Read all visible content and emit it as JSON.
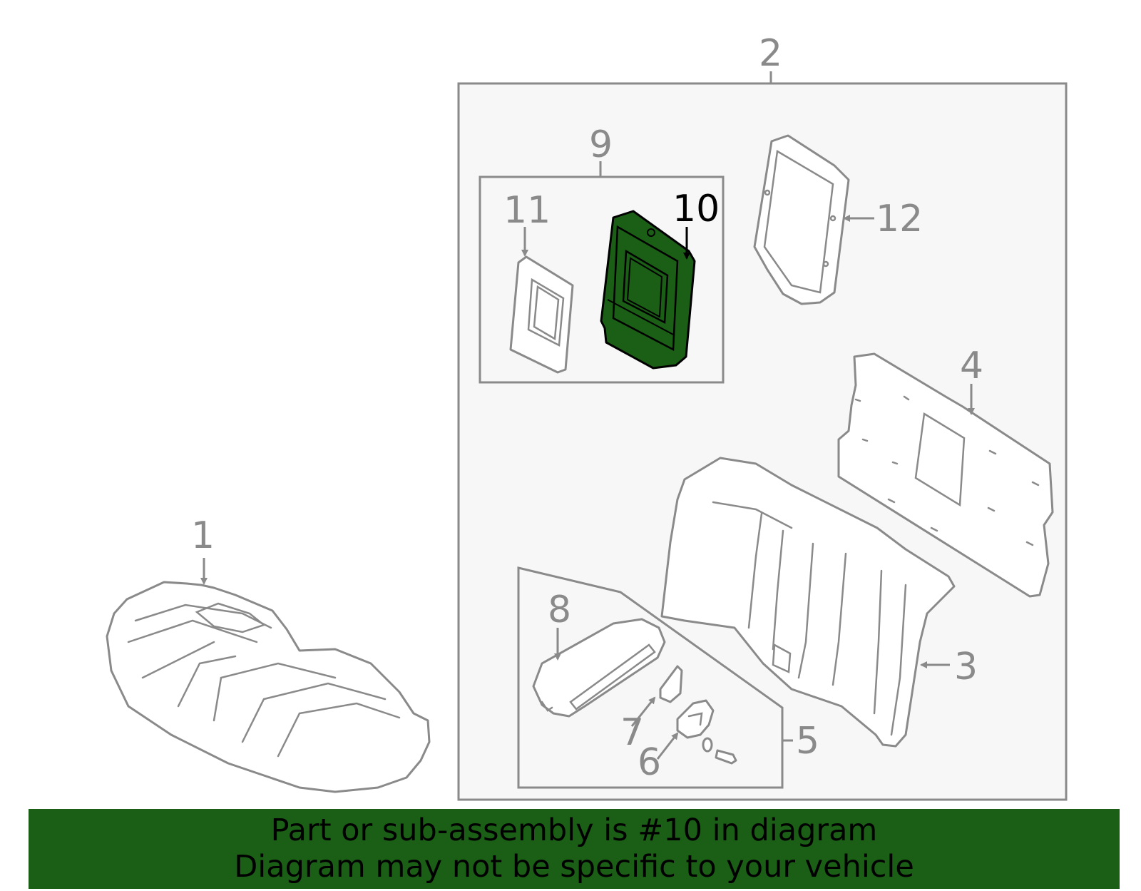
{
  "colors": {
    "highlight": "#1b5e15",
    "line": "#8a8a8a",
    "assembly_background": "#f7f7f7",
    "banner_text": "#000000"
  },
  "highlighted_part": "10",
  "callouts": {
    "c1": "1",
    "c2": "2",
    "c3": "3",
    "c4": "4",
    "c5": "5",
    "c6": "6",
    "c7": "7",
    "c8": "8",
    "c9": "9",
    "c10": "10",
    "c11": "11",
    "c12": "12"
  },
  "banner": {
    "line1": "Part or sub-assembly is #10 in diagram",
    "line2": "Diagram may not be specific to your vehicle"
  }
}
